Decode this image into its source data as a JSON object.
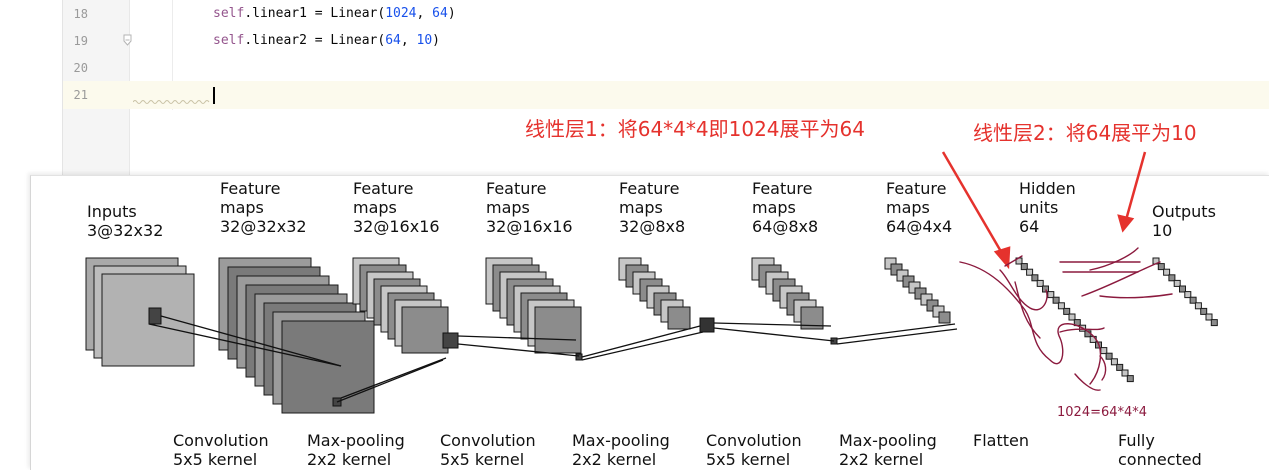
{
  "editor": {
    "lines": [
      {
        "number": "18",
        "code": [
          {
            "t": "self",
            "c": "kw-self"
          },
          {
            "t": ".linear1 = Linear("
          },
          {
            "t": "1024",
            "c": "num"
          },
          {
            "t": ", "
          },
          {
            "t": "64",
            "c": "num"
          },
          {
            "t": ")"
          }
        ]
      },
      {
        "number": "19",
        "code": [
          {
            "t": "self",
            "c": "kw-self"
          },
          {
            "t": ".linear2 = Linear("
          },
          {
            "t": "64",
            "c": "num"
          },
          {
            "t": ", "
          },
          {
            "t": "10",
            "c": "num"
          },
          {
            "t": ")"
          }
        ]
      },
      {
        "number": "20",
        "code": []
      },
      {
        "number": "21",
        "code": []
      }
    ]
  },
  "annotations": {
    "linear1": "线性层1：将64*4*4即1024展平为64",
    "linear2": "线性层2：将64展平为10",
    "handwritten_formula": "1024=64*4*4"
  },
  "diagram": {
    "top_labels": [
      "Inputs\n3@32x32",
      "Feature\nmaps\n32@32x32",
      "Feature\nmaps\n32@16x16",
      "Feature\nmaps\n32@16x16",
      "Feature\nmaps\n32@8x8",
      "Feature\nmaps\n64@8x8",
      "Feature\nmaps\n64@4x4",
      "Hidden\nunits\n64",
      "Outputs\n10"
    ],
    "bottom_labels": [
      "Convolution\n5x5 kernel",
      "Max-pooling\n2x2 kernel",
      "Convolution\n5x5 kernel",
      "Max-pooling\n2x2 kernel",
      "Convolution\n5x5 kernel",
      "Max-pooling\n2x2 kernel",
      "Flatten",
      "Fully\nconnected"
    ]
  },
  "colors": {
    "annotation_red": "#e5322d",
    "handwriting": "#8b1a3e",
    "current_line": "#fcfaed"
  }
}
